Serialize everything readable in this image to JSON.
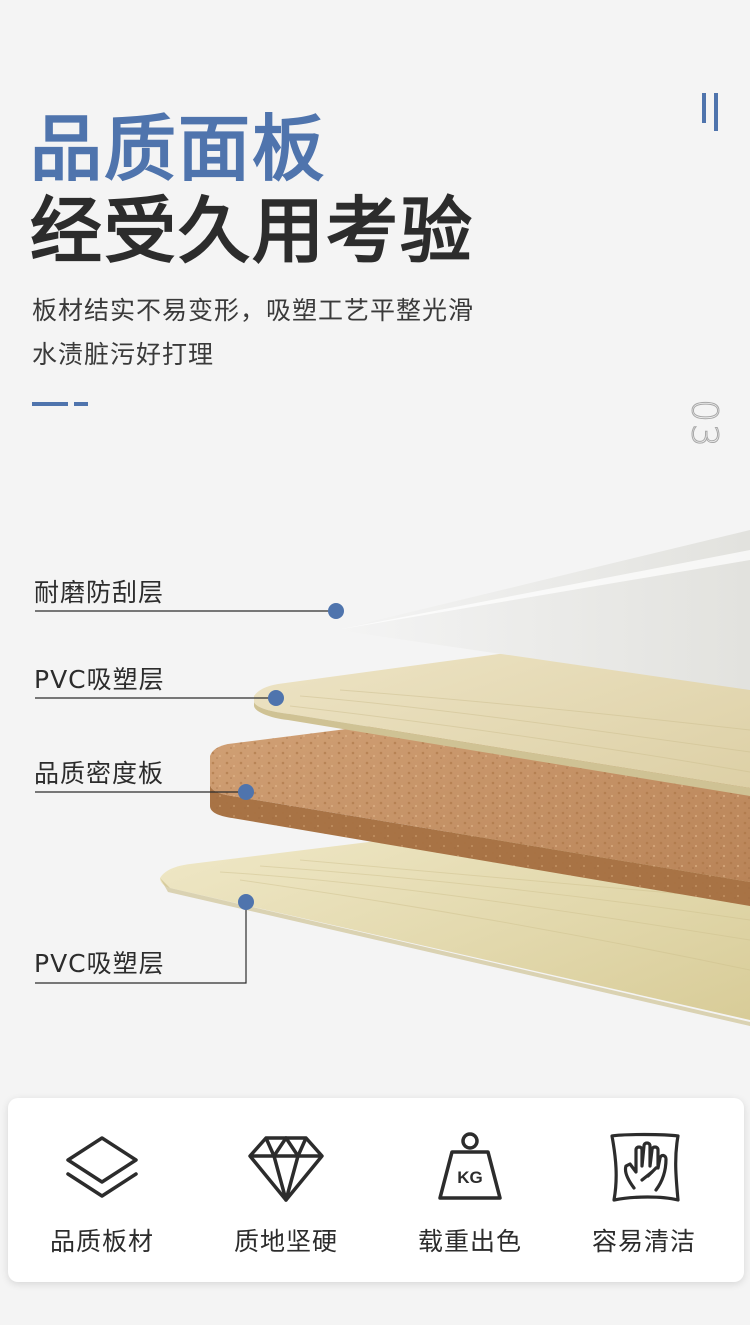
{
  "header": {
    "title_line1": "品质面板",
    "title_line2": "经受久用考验",
    "desc_line1": "板材结实不易变形，吸塑工艺平整光滑",
    "desc_line2": "水渍脏污好打理",
    "page_number": "03"
  },
  "layers": [
    {
      "label": "耐磨防刮层"
    },
    {
      "label": "PVC吸塑层"
    },
    {
      "label": "品质密度板"
    },
    {
      "label": "PVC吸塑层"
    }
  ],
  "features": [
    {
      "label": "品质板材",
      "icon": "layers-icon"
    },
    {
      "label": "质地坚硬",
      "icon": "diamond-icon"
    },
    {
      "label": "载重出色",
      "icon": "kg-weight-icon",
      "icon_text": "KG"
    },
    {
      "label": "容易清洁",
      "icon": "cleaning-hand-icon"
    }
  ],
  "colors": {
    "accent_blue": "#4f74ad",
    "dark_text": "#2c2c2c",
    "body_text": "#3a3a3a",
    "background": "#f4f4f4",
    "mdf": "#c9946a",
    "pvc": "#e6dcbc",
    "dot": "#4f74ad"
  }
}
